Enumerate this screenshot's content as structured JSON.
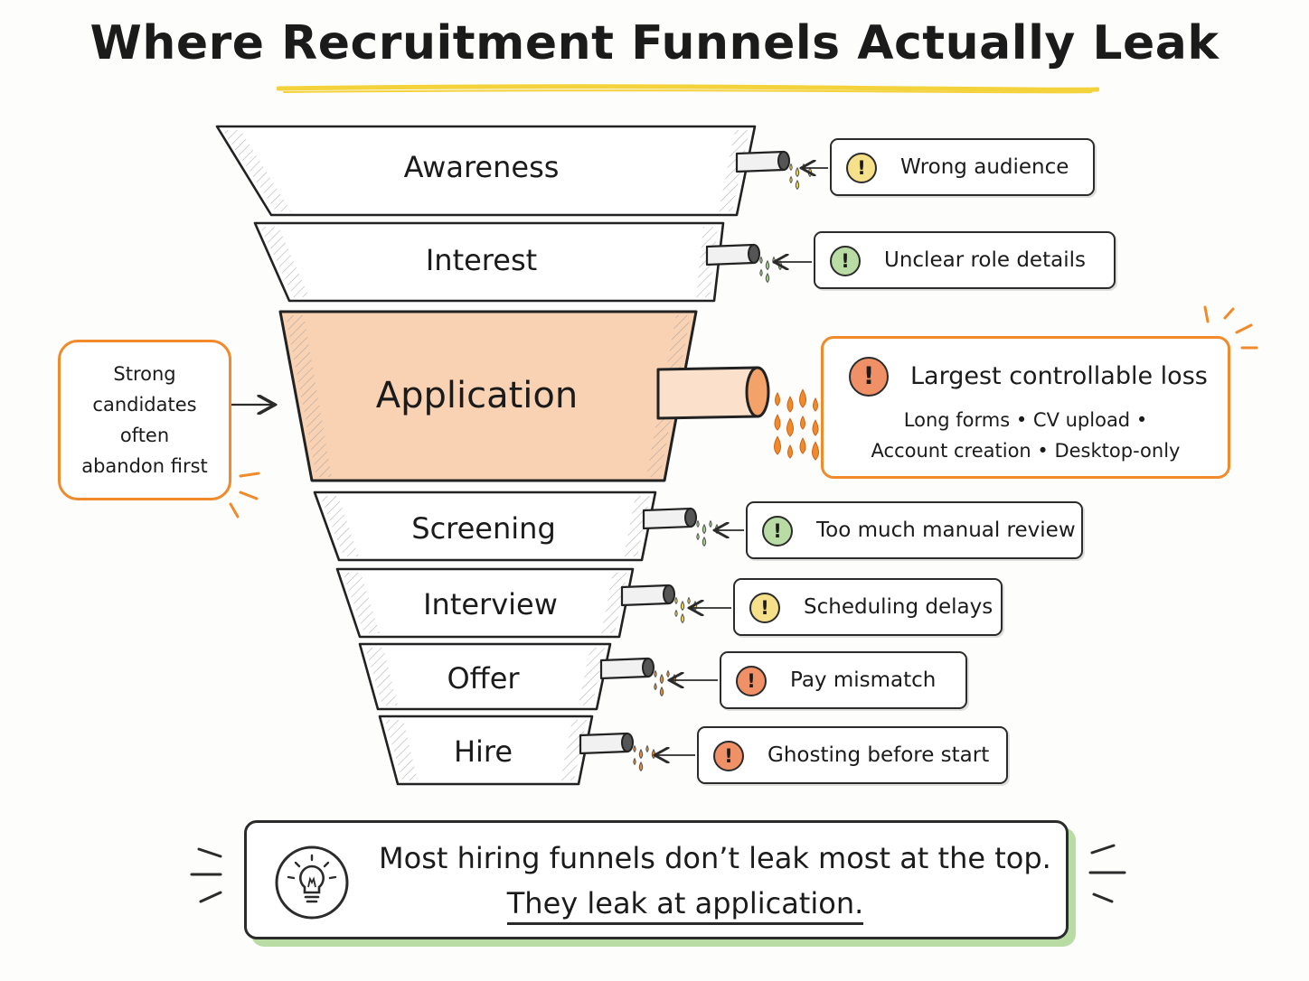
{
  "title": "Where Recruitment Funnels Actually Leak",
  "colors": {
    "highlight": "#f7c8a6",
    "accent_orange": "#f08a2b",
    "yellow": "#f7e08a",
    "green": "#b9dca5",
    "red": "#f09066",
    "ink": "#2b2b2b"
  },
  "stages": [
    {
      "label": "Awareness"
    },
    {
      "label": "Interest"
    },
    {
      "label": "Application"
    },
    {
      "label": "Screening"
    },
    {
      "label": "Interview"
    },
    {
      "label": "Offer"
    },
    {
      "label": "Hire"
    }
  ],
  "leaks": [
    {
      "text": "Wrong audience",
      "severity": "yellow",
      "icon": "exclamation"
    },
    {
      "text": "Unclear role details",
      "severity": "green",
      "icon": "exclamation"
    },
    {
      "text": "Too much manual review",
      "severity": "green",
      "icon": "exclamation"
    },
    {
      "text": "Scheduling delays",
      "severity": "yellow",
      "icon": "exclamation"
    },
    {
      "text": "Pay mismatch",
      "severity": "red",
      "icon": "exclamation"
    },
    {
      "text": "Ghosting before start",
      "severity": "red",
      "icon": "exclamation"
    }
  ],
  "main_leak": {
    "title": "Largest controllable loss",
    "line1": "Long forms  •  CV upload  •",
    "line2": "Account creation  •  Desktop-only",
    "icon": "exclamation"
  },
  "side_note": {
    "lines": [
      "Strong",
      "candidates",
      "often",
      "abandon first"
    ]
  },
  "insight": {
    "icon": "lightbulb-icon",
    "line1": "Most hiring funnels don’t leak most at the top.",
    "line2": "They leak at application."
  }
}
